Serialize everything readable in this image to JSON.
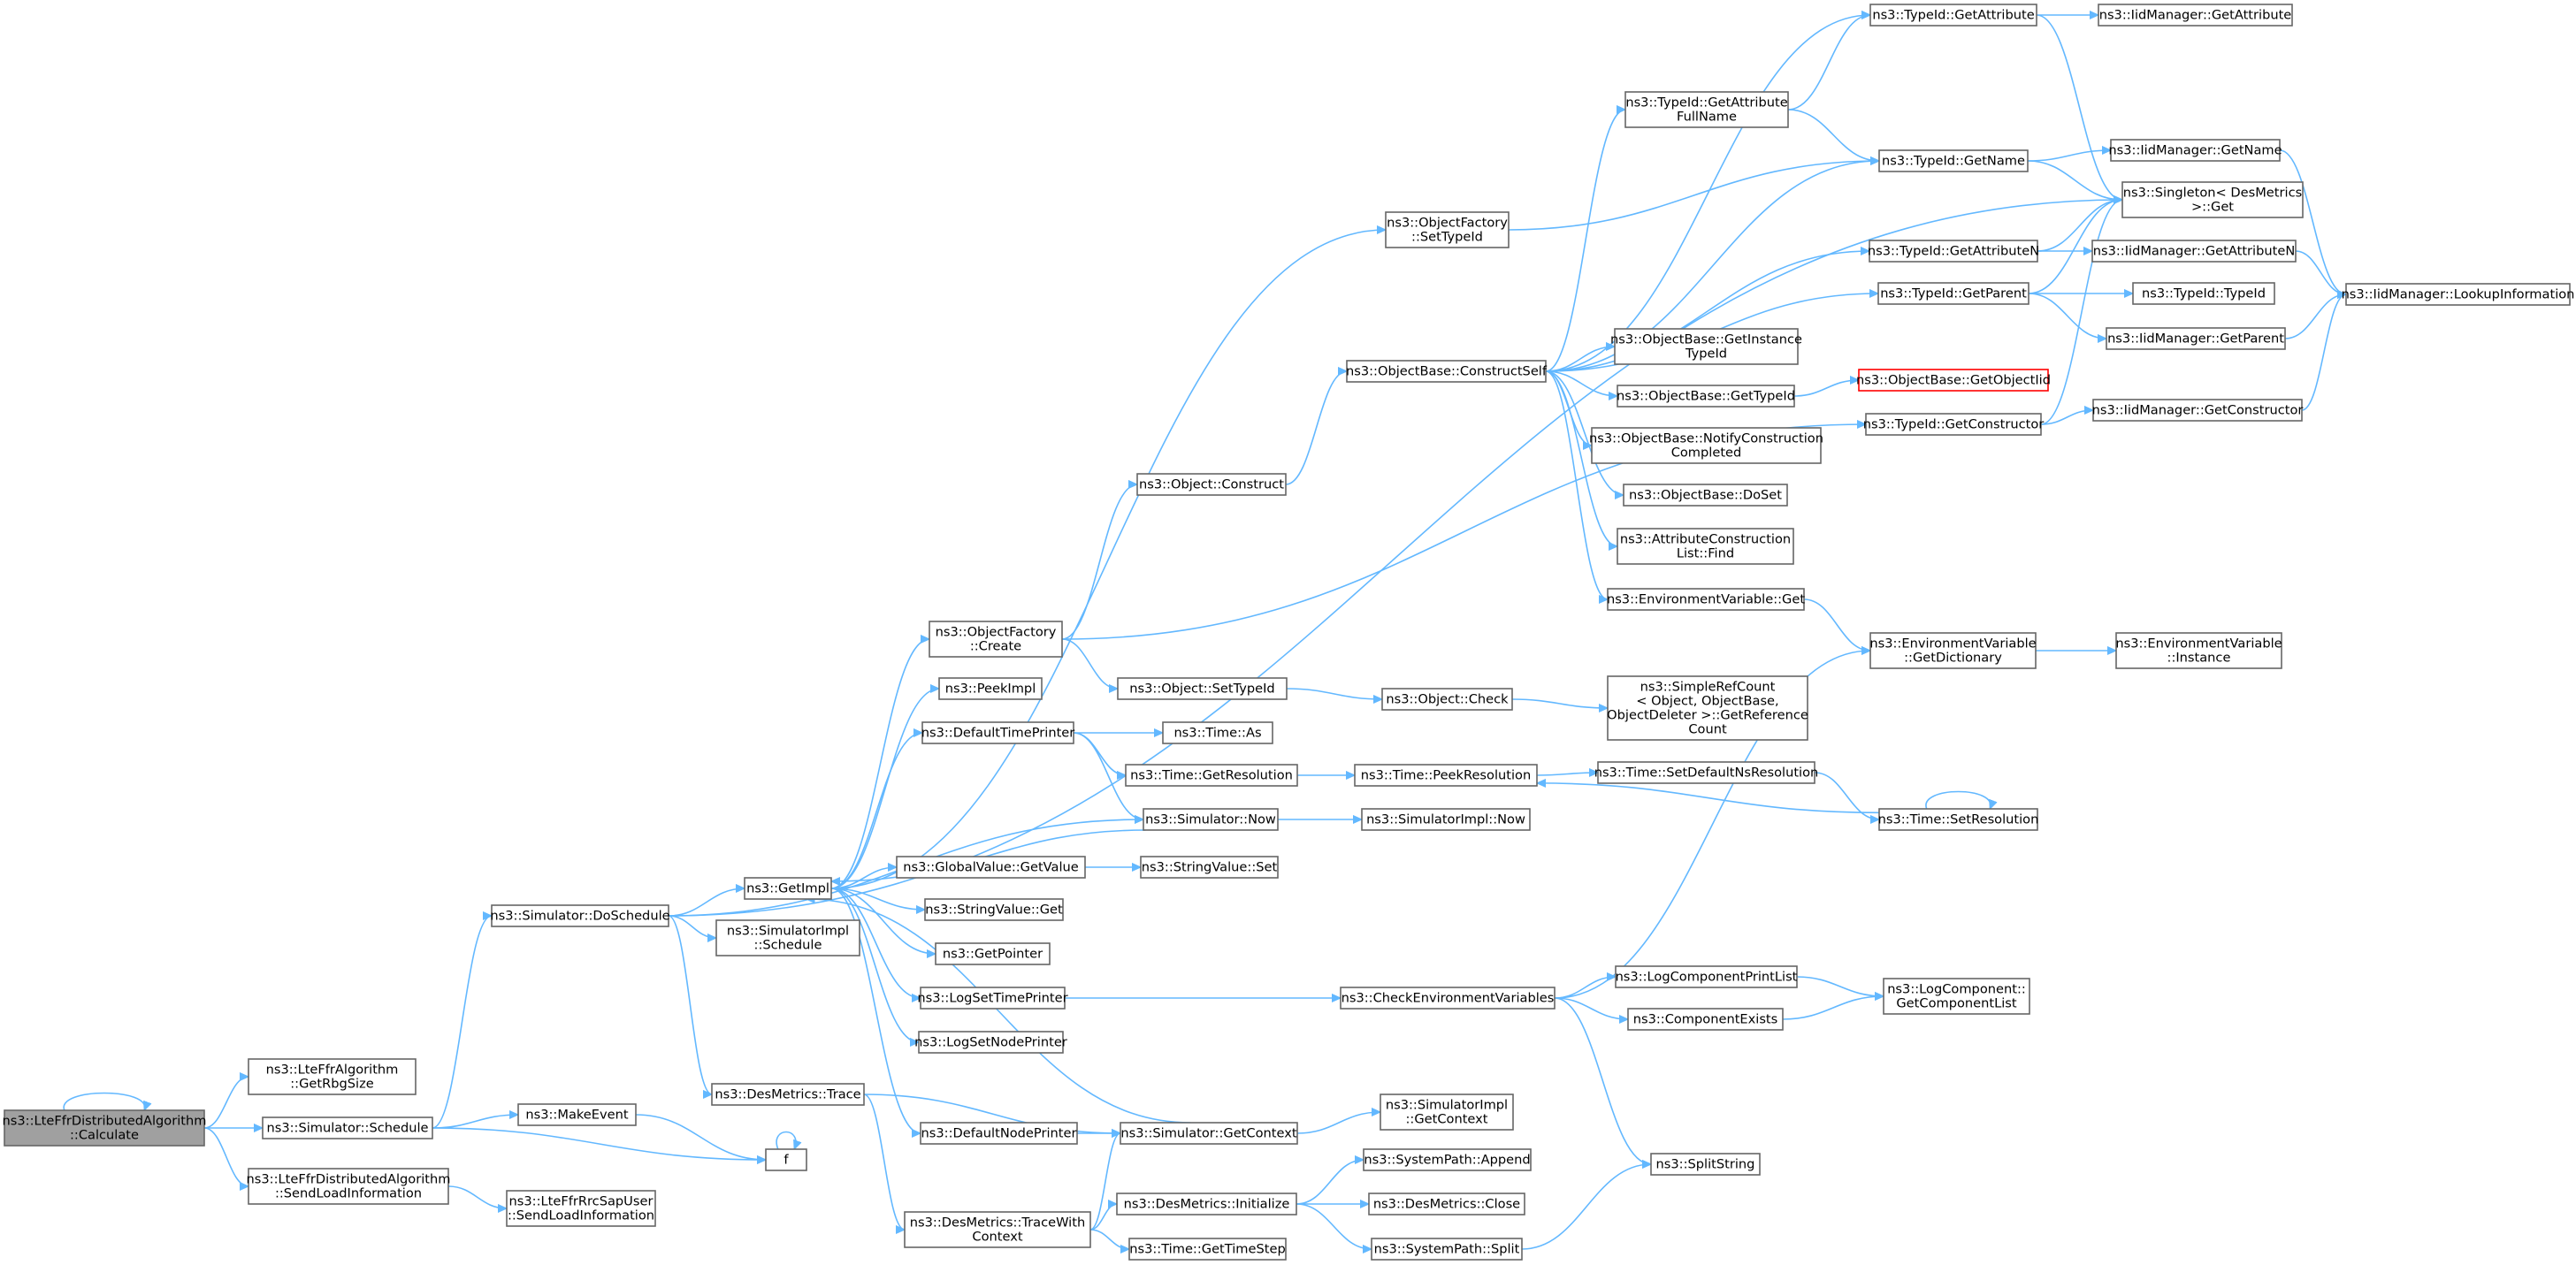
{
  "colors": {
    "edge": "#63b8ff",
    "node_border": "#666666",
    "root_fill": "#a0a0a0",
    "highlight_border": "#ff0000"
  },
  "nodes": [
    {
      "id": "calculate",
      "lines": [
        "ns3::LteFfrDistributedAlgorithm",
        "::Calculate"
      ],
      "root": true
    },
    {
      "id": "getrbgsize",
      "lines": [
        "ns3::LteFfrAlgorithm",
        "::GetRbgSize"
      ]
    },
    {
      "id": "schedule",
      "lines": [
        "ns3::Simulator::Schedule"
      ]
    },
    {
      "id": "sendloadinfo",
      "lines": [
        "ns3::LteFfrDistributedAlgorithm",
        "::SendLoadInformation"
      ]
    },
    {
      "id": "doschedule",
      "lines": [
        "ns3::Simulator::DoSchedule"
      ]
    },
    {
      "id": "makeevent",
      "lines": [
        "ns3::MakeEvent"
      ]
    },
    {
      "id": "f",
      "lines": [
        "f"
      ]
    },
    {
      "id": "rrcsap_sendload",
      "lines": [
        "ns3::LteFfrRrcSapUser",
        "::SendLoadInformation"
      ]
    },
    {
      "id": "getimpl",
      "lines": [
        "ns3::GetImpl"
      ]
    },
    {
      "id": "simimpl_schedule",
      "lines": [
        "ns3::SimulatorImpl",
        "::Schedule"
      ]
    },
    {
      "id": "desmetrics_trace",
      "lines": [
        "ns3::DesMetrics::Trace"
      ]
    },
    {
      "id": "objfactory_create",
      "lines": [
        "ns3::ObjectFactory",
        "::Create"
      ]
    },
    {
      "id": "peekimpl",
      "lines": [
        "ns3::PeekImpl"
      ]
    },
    {
      "id": "defaulttimeprinter",
      "lines": [
        "ns3::DefaultTimePrinter"
      ]
    },
    {
      "id": "globalvalue_getvalue",
      "lines": [
        "ns3::GlobalValue::GetValue"
      ]
    },
    {
      "id": "stringvalue_get",
      "lines": [
        "ns3::StringValue::Get"
      ]
    },
    {
      "id": "getpointer",
      "lines": [
        "ns3::GetPointer"
      ]
    },
    {
      "id": "logsettimeprinter",
      "lines": [
        "ns3::LogSetTimePrinter"
      ]
    },
    {
      "id": "logsetnodeprinter",
      "lines": [
        "ns3::LogSetNodePrinter"
      ]
    },
    {
      "id": "defaultnodeprinter",
      "lines": [
        "ns3::DefaultNodePrinter"
      ]
    },
    {
      "id": "tracewithcontext",
      "lines": [
        "ns3::DesMetrics::TraceWith",
        "Context"
      ]
    },
    {
      "id": "object_construct",
      "lines": [
        "ns3::Object::Construct"
      ]
    },
    {
      "id": "object_settypeid",
      "lines": [
        "ns3::Object::SetTypeId"
      ]
    },
    {
      "id": "time_as",
      "lines": [
        "ns3::Time::As"
      ]
    },
    {
      "id": "time_getresolution",
      "lines": [
        "ns3::Time::GetResolution"
      ]
    },
    {
      "id": "simulator_now",
      "lines": [
        "ns3::Simulator::Now"
      ]
    },
    {
      "id": "stringvalue_set",
      "lines": [
        "ns3::StringValue::Set"
      ]
    },
    {
      "id": "simulator_getcontext",
      "lines": [
        "ns3::Simulator::GetContext"
      ]
    },
    {
      "id": "desmetrics_initialize",
      "lines": [
        "ns3::DesMetrics::Initialize"
      ]
    },
    {
      "id": "time_gettimestep",
      "lines": [
        "ns3::Time::GetTimeStep"
      ]
    },
    {
      "id": "objfactory_settypeid",
      "lines": [
        "ns3::ObjectFactory",
        "::SetTypeId"
      ]
    },
    {
      "id": "constructself",
      "lines": [
        "ns3::ObjectBase::ConstructSelf"
      ]
    },
    {
      "id": "object_check",
      "lines": [
        "ns3::Object::Check"
      ]
    },
    {
      "id": "time_peekresolution",
      "lines": [
        "ns3::Time::PeekResolution"
      ]
    },
    {
      "id": "simulatorimpl_now",
      "lines": [
        "ns3::SimulatorImpl::Now"
      ]
    },
    {
      "id": "checkenvvars",
      "lines": [
        "ns3::CheckEnvironmentVariables"
      ]
    },
    {
      "id": "simimpl_getcontext",
      "lines": [
        "ns3::SimulatorImpl",
        "::GetContext"
      ]
    },
    {
      "id": "systempath_append",
      "lines": [
        "ns3::SystemPath::Append"
      ]
    },
    {
      "id": "desmetrics_close",
      "lines": [
        "ns3::DesMetrics::Close"
      ]
    },
    {
      "id": "systempath_split",
      "lines": [
        "ns3::SystemPath::Split"
      ]
    },
    {
      "id": "typeid_getattrfullname",
      "lines": [
        "ns3::TypeId::GetAttribute",
        "FullName"
      ]
    },
    {
      "id": "getinstancetypeid",
      "lines": [
        "ns3::ObjectBase::GetInstance",
        "TypeId"
      ]
    },
    {
      "id": "objectbase_gettypeid",
      "lines": [
        "ns3::ObjectBase::GetTypeId"
      ]
    },
    {
      "id": "notifyconstruction",
      "lines": [
        "ns3::ObjectBase::NotifyConstruction",
        "Completed"
      ]
    },
    {
      "id": "objectbase_doset",
      "lines": [
        "ns3::ObjectBase::DoSet"
      ]
    },
    {
      "id": "attrconstructionlist_find",
      "lines": [
        "ns3::AttributeConstruction",
        "List::Find"
      ]
    },
    {
      "id": "envvar_get",
      "lines": [
        "ns3::EnvironmentVariable::Get"
      ]
    },
    {
      "id": "simplerefcount",
      "lines": [
        "ns3::SimpleRefCount",
        "< Object, ObjectBase,",
        " ObjectDeleter >::GetReference",
        "Count"
      ]
    },
    {
      "id": "time_setdefaultns",
      "lines": [
        "ns3::Time::SetDefaultNsResolution"
      ]
    },
    {
      "id": "logcomponentprintlist",
      "lines": [
        "ns3::LogComponentPrintList"
      ]
    },
    {
      "id": "componentexists",
      "lines": [
        "ns3::ComponentExists"
      ]
    },
    {
      "id": "splitstring",
      "lines": [
        "ns3::SplitString"
      ]
    },
    {
      "id": "typeid_getattribute",
      "lines": [
        "ns3::TypeId::GetAttribute"
      ]
    },
    {
      "id": "typeid_getname",
      "lines": [
        "ns3::TypeId::GetName"
      ]
    },
    {
      "id": "typeid_getattributen",
      "lines": [
        "ns3::TypeId::GetAttributeN"
      ]
    },
    {
      "id": "typeid_getparent",
      "lines": [
        "ns3::TypeId::GetParent"
      ]
    },
    {
      "id": "getobjectiid",
      "lines": [
        "ns3::ObjectBase::GetObjectIid"
      ],
      "highlight": true
    },
    {
      "id": "typeid_getconstructor",
      "lines": [
        "ns3::TypeId::GetConstructor"
      ]
    },
    {
      "id": "envvar_getdictionary",
      "lines": [
        "ns3::EnvironmentVariable",
        "::GetDictionary"
      ]
    },
    {
      "id": "time_setresolution",
      "lines": [
        "ns3::Time::SetResolution"
      ]
    },
    {
      "id": "logcomponent_getlist",
      "lines": [
        "ns3::LogComponent::",
        "GetComponentList"
      ]
    },
    {
      "id": "iidmanager_getattribute",
      "lines": [
        "ns3::IidManager::GetAttribute"
      ]
    },
    {
      "id": "iidmanager_getname",
      "lines": [
        "ns3::IidManager::GetName"
      ]
    },
    {
      "id": "singleton_get",
      "lines": [
        "ns3::Singleton< DesMetrics",
        " >::Get"
      ]
    },
    {
      "id": "iidmanager_getattributen",
      "lines": [
        "ns3::IidManager::GetAttributeN"
      ]
    },
    {
      "id": "typeid_typeid",
      "lines": [
        "ns3::TypeId::TypeId"
      ]
    },
    {
      "id": "iidmanager_getparent",
      "lines": [
        "ns3::IidManager::GetParent"
      ]
    },
    {
      "id": "iidmanager_getconstructor",
      "lines": [
        "ns3::IidManager::GetConstructor"
      ]
    },
    {
      "id": "envvar_instance",
      "lines": [
        "ns3::EnvironmentVariable",
        "::Instance"
      ]
    },
    {
      "id": "iidmanager_lookup",
      "lines": [
        "ns3::IidManager::LookupInformation"
      ]
    }
  ],
  "edges": [
    [
      "calculate",
      "calculate"
    ],
    [
      "calculate",
      "getrbgsize"
    ],
    [
      "calculate",
      "schedule"
    ],
    [
      "calculate",
      "sendloadinfo"
    ],
    [
      "schedule",
      "doschedule"
    ],
    [
      "schedule",
      "makeevent"
    ],
    [
      "schedule",
      "f"
    ],
    [
      "makeevent",
      "f"
    ],
    [
      "f",
      "f"
    ],
    [
      "sendloadinfo",
      "rrcsap_sendload"
    ],
    [
      "doschedule",
      "getimpl"
    ],
    [
      "doschedule",
      "simimpl_schedule"
    ],
    [
      "doschedule",
      "desmetrics_trace"
    ],
    [
      "doschedule",
      "simulator_now"
    ],
    [
      "doschedule",
      "singleton_get"
    ],
    [
      "getimpl",
      "objfactory_create"
    ],
    [
      "getimpl",
      "peekimpl"
    ],
    [
      "getimpl",
      "defaulttimeprinter"
    ],
    [
      "getimpl",
      "globalvalue_getvalue"
    ],
    [
      "getimpl",
      "stringvalue_get"
    ],
    [
      "getimpl",
      "getpointer"
    ],
    [
      "getimpl",
      "logsettimeprinter"
    ],
    [
      "getimpl",
      "logsetnodeprinter"
    ],
    [
      "getimpl",
      "defaultnodeprinter"
    ],
    [
      "getimpl",
      "objfactory_settypeid"
    ],
    [
      "simulator_now",
      "getimpl"
    ],
    [
      "simulator_getcontext",
      "getimpl"
    ],
    [
      "desmetrics_trace",
      "simulator_getcontext"
    ],
    [
      "desmetrics_trace",
      "tracewithcontext"
    ],
    [
      "tracewithcontext",
      "simulator_getcontext"
    ],
    [
      "tracewithcontext",
      "desmetrics_initialize"
    ],
    [
      "tracewithcontext",
      "time_gettimestep"
    ],
    [
      "objfactory_create",
      "object_construct"
    ],
    [
      "objfactory_create",
      "object_settypeid"
    ],
    [
      "objfactory_create",
      "typeid_getconstructor"
    ],
    [
      "object_construct",
      "constructself"
    ],
    [
      "object_settypeid",
      "object_check"
    ],
    [
      "object_check",
      "simplerefcount"
    ],
    [
      "defaulttimeprinter",
      "time_as"
    ],
    [
      "defaulttimeprinter",
      "time_getresolution"
    ],
    [
      "defaulttimeprinter",
      "simulator_now"
    ],
    [
      "time_getresolution",
      "time_peekresolution"
    ],
    [
      "simulator_now",
      "simulatorimpl_now"
    ],
    [
      "globalvalue_getvalue",
      "stringvalue_set"
    ],
    [
      "logsettimeprinter",
      "checkenvvars"
    ],
    [
      "defaultnodeprinter",
      "simulator_getcontext"
    ],
    [
      "simulator_getcontext",
      "simimpl_getcontext"
    ],
    [
      "desmetrics_initialize",
      "systempath_append"
    ],
    [
      "desmetrics_initialize",
      "desmetrics_close"
    ],
    [
      "desmetrics_initialize",
      "systempath_split"
    ],
    [
      "systempath_split",
      "splitstring"
    ],
    [
      "objfactory_settypeid",
      "typeid_getname"
    ],
    [
      "constructself",
      "typeid_getattrfullname"
    ],
    [
      "constructself",
      "typeid_getattribute"
    ],
    [
      "constructself",
      "typeid_getname"
    ],
    [
      "constructself",
      "typeid_getattributen"
    ],
    [
      "constructself",
      "typeid_getparent"
    ],
    [
      "constructself",
      "getinstancetypeid"
    ],
    [
      "constructself",
      "objectbase_gettypeid"
    ],
    [
      "constructself",
      "notifyconstruction"
    ],
    [
      "constructself",
      "objectbase_doset"
    ],
    [
      "constructself",
      "attrconstructionlist_find"
    ],
    [
      "constructself",
      "envvar_get"
    ],
    [
      "typeid_getattrfullname",
      "typeid_getattribute"
    ],
    [
      "typeid_getattrfullname",
      "typeid_getname"
    ],
    [
      "objectbase_gettypeid",
      "getobjectiid"
    ],
    [
      "envvar_get",
      "envvar_getdictionary"
    ],
    [
      "envvar_getdictionary",
      "envvar_instance"
    ],
    [
      "time_peekresolution",
      "time_setdefaultns"
    ],
    [
      "time_setdefaultns",
      "time_setresolution"
    ],
    [
      "time_setresolution",
      "time_peekresolution"
    ],
    [
      "time_setresolution",
      "time_setresolution"
    ],
    [
      "checkenvvars",
      "envvar_getdictionary"
    ],
    [
      "checkenvvars",
      "logcomponentprintlist"
    ],
    [
      "checkenvvars",
      "componentexists"
    ],
    [
      "checkenvvars",
      "splitstring"
    ],
    [
      "logcomponentprintlist",
      "logcomponent_getlist"
    ],
    [
      "componentexists",
      "logcomponent_getlist"
    ],
    [
      "typeid_getattribute",
      "iidmanager_getattribute"
    ],
    [
      "typeid_getattribute",
      "singleton_get"
    ],
    [
      "typeid_getname",
      "iidmanager_getname"
    ],
    [
      "typeid_getname",
      "singleton_get"
    ],
    [
      "typeid_getattributen",
      "iidmanager_getattributen"
    ],
    [
      "typeid_getattributen",
      "singleton_get"
    ],
    [
      "typeid_getparent",
      "typeid_typeid"
    ],
    [
      "typeid_getparent",
      "iidmanager_getparent"
    ],
    [
      "typeid_getparent",
      "singleton_get"
    ],
    [
      "typeid_getconstructor",
      "iidmanager_getconstructor"
    ],
    [
      "typeid_getconstructor",
      "singleton_get"
    ],
    [
      "iidmanager_getname",
      "iidmanager_lookup"
    ],
    [
      "iidmanager_getattributen",
      "iidmanager_lookup"
    ],
    [
      "iidmanager_getparent",
      "iidmanager_lookup"
    ],
    [
      "iidmanager_getconstructor",
      "iidmanager_lookup"
    ]
  ]
}
